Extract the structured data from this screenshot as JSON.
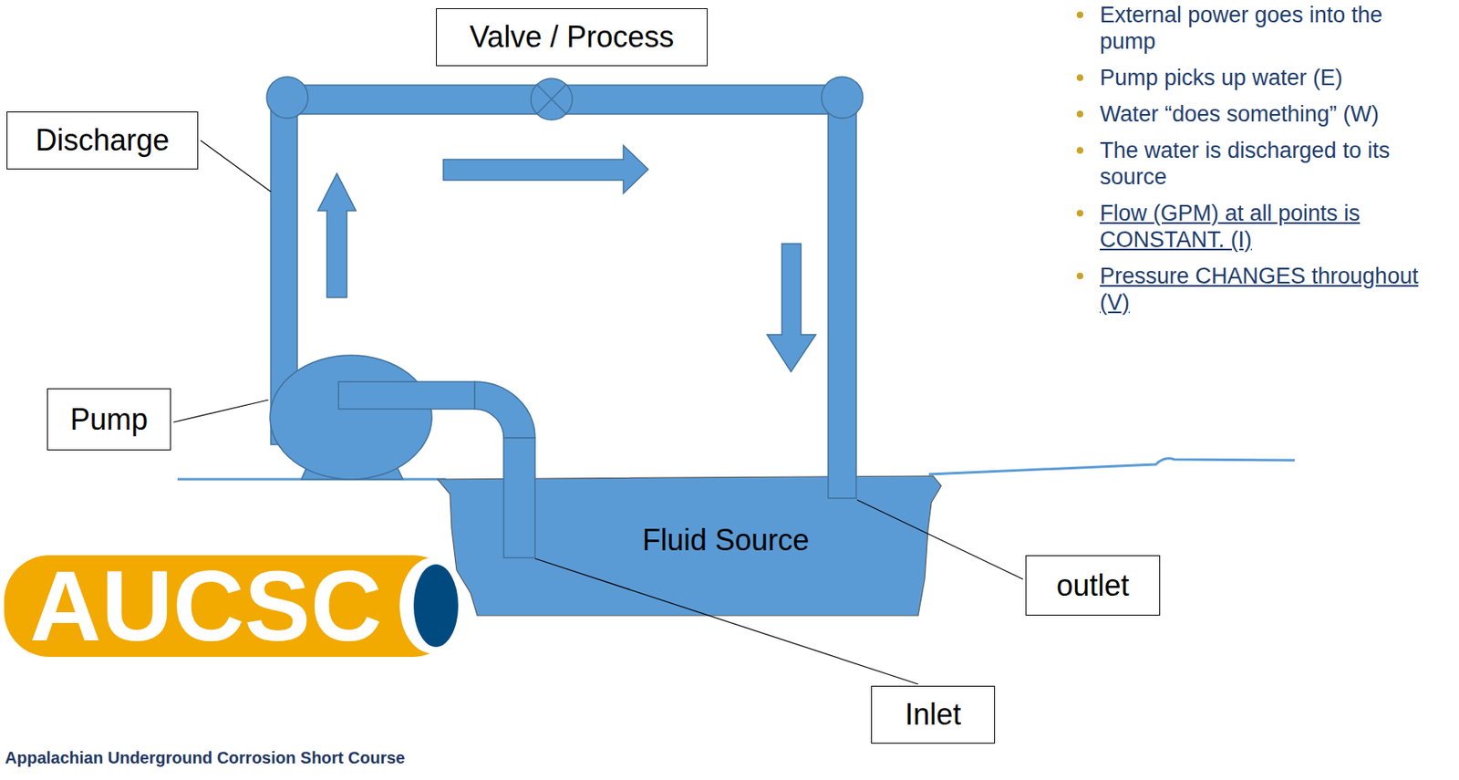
{
  "diagram": {
    "nodes": [
      {
        "text": [
          "Valve / Process"
        ]
      },
      {
        "text": [
          "Discharge"
        ]
      },
      {
        "text": [
          "Pump"
        ]
      },
      {
        "text": [
          "outlet"
        ]
      },
      {
        "text": [
          "Inlet"
        ]
      }
    ],
    "labels": [
      "Fluid Source",
      "External power goes into the pump",
      "Pump picks up water (E)",
      "Water “does something” (W)",
      "The water is discharged to its source",
      "Flow (GPM) at all points is CONSTANT. (I)",
      "Pressure CHANGES throughout (V)",
      "AUCSC",
      "Appalachian Underground Corrosion Short Course"
    ]
  }
}
